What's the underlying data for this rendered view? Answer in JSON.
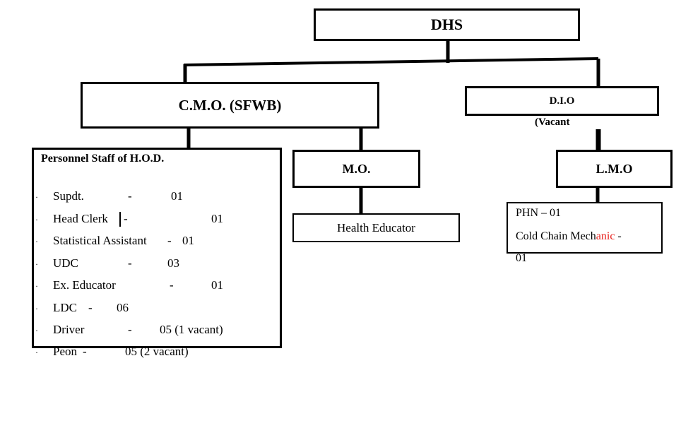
{
  "nodes": {
    "dhs": "DHS",
    "cmo": "C.M.O. (SFWB)",
    "dio": "D.I.O",
    "dio_note": "(Vacant",
    "mo": "M.O.",
    "lmo": "L.M.O",
    "health_educator": "Health Educator"
  },
  "personnel": {
    "title": "Personnel Staff of H.O.D.",
    "items": [
      {
        "role": "Supdt.",
        "sep": "-",
        "count": "01"
      },
      {
        "role": "Head Clerk",
        "sep": "-",
        "count": "01"
      },
      {
        "role": "Statistical Assistant",
        "sep": "-",
        "count": "01"
      },
      {
        "role": "UDC",
        "sep": "-",
        "count": "03"
      },
      {
        "role": "Ex. Educator",
        "sep": "-",
        "count": "01"
      },
      {
        "role": "LDC",
        "sep": "-",
        "count": "06"
      },
      {
        "role": "Driver",
        "sep": "-",
        "count": "05 (1 vacant)"
      },
      {
        "role": "Peon",
        "sep": "-",
        "count": "05 (2 vacant)"
      }
    ]
  },
  "lmo_staff": {
    "phn": "PHN – 01",
    "ccm_prefix": "Cold Chain Mech",
    "ccm_red": "anic",
    "ccm_suffix": " -",
    "ccm_count": "01"
  },
  "colors": {
    "text": "#000000",
    "highlight": "#e8231f",
    "background": "#ffffff"
  }
}
